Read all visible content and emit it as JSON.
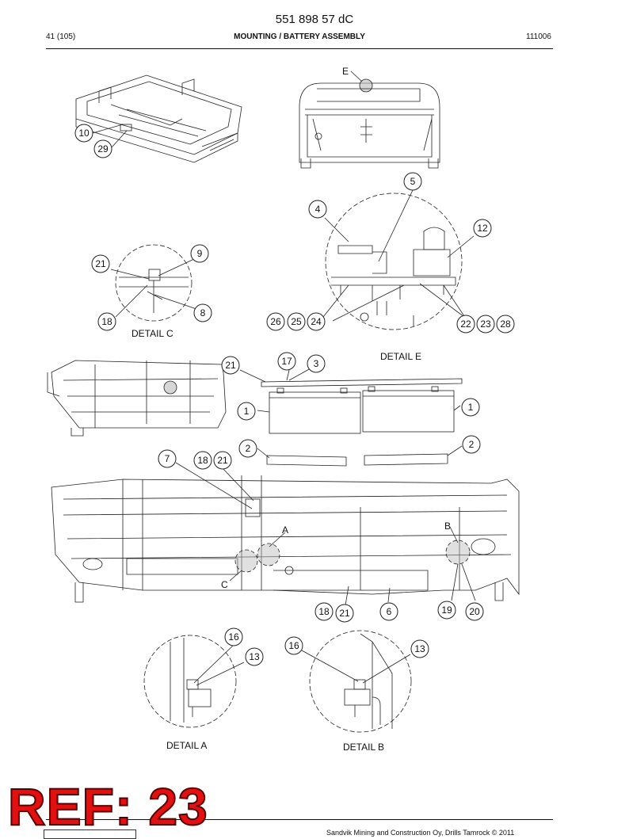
{
  "header": {
    "doc_number": "551 898 57 dC",
    "page": "41 (105)",
    "title": "MOUNTING / BATTERY ASSEMBLY",
    "date": "111006"
  },
  "callouts": [
    "10",
    "29",
    "5",
    "4",
    "12",
    "9",
    "21",
    "18",
    "8",
    "26",
    "25",
    "24",
    "22",
    "23",
    "28",
    "17",
    "3",
    "21",
    "1",
    "1",
    "2",
    "2",
    "7",
    "18",
    "21",
    "18",
    "21",
    "6",
    "19",
    "20",
    "16",
    "13",
    "16",
    "13"
  ],
  "view_letters": [
    "E",
    "A",
    "B",
    "C"
  ],
  "detail_labels": [
    "DETAIL C",
    "DETAIL E",
    "DETAIL A",
    "DETAIL B"
  ],
  "stamp": "REF: 23",
  "footer": {
    "text": "Sandvik Mining and Construction Oy, Drills Tamrock © 2011"
  }
}
